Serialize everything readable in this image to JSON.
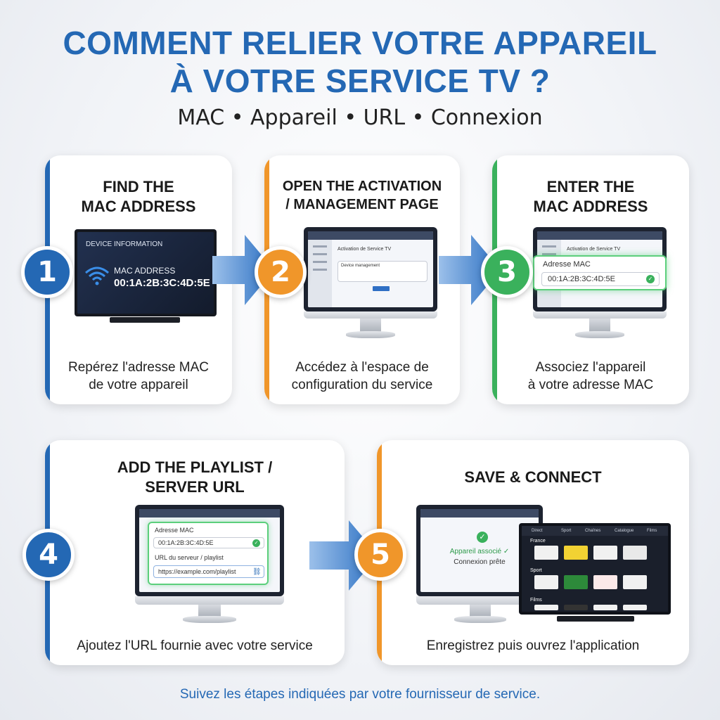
{
  "header": {
    "title_line1": "COMMENT RELIER VOTRE APPAREIL",
    "title_line2": "À VOTRE SERVICE TV ?",
    "subtitle": "MAC • Appareil • URL • Connexion"
  },
  "colors": {
    "blue": "#2468b4",
    "orange": "#f0962a",
    "green": "#3ab15c"
  },
  "steps": [
    {
      "number": "1",
      "title_line1": "FIND THE",
      "title_line2": "MAC ADDRESS",
      "desc_line1": "Repérez l'adresse MAC",
      "desc_line2": "de votre appareil",
      "screen": {
        "header": "DEVICE INFORMATION",
        "label": "MAC ADDRESS",
        "value": "00:1A:2B:3C:4D:5E",
        "icon": "wifi-icon"
      }
    },
    {
      "number": "2",
      "title_line1": "OPEN THE ACTIVATION",
      "title_line2": "/ MANAGEMENT PAGE",
      "desc_line1": "Accédez à l'espace de",
      "desc_line2": "configuration du service",
      "screen": {
        "page_title": "Activation de Service TV",
        "section": "Device management"
      }
    },
    {
      "number": "3",
      "title_line1": "ENTER THE",
      "title_line2": "MAC ADDRESS",
      "desc_line1": "Associez l'appareil",
      "desc_line2": "à votre adresse MAC",
      "screen": {
        "page_title": "Activation de Service TV",
        "field_label": "Adresse MAC",
        "field_value": "00:1A:2B:3C:4D:5E"
      }
    },
    {
      "number": "4",
      "title_line1": "ADD THE PLAYLIST /",
      "title_line2": "SERVER URL",
      "desc_line1": "Ajoutez l'URL fournie avec votre service",
      "screen": {
        "mac_label": "Adresse MAC",
        "mac_value": "00:1A:2B:3C:4D:5E",
        "url_label": "URL du serveur / playlist",
        "url_value": "https://example.com/playlist"
      }
    },
    {
      "number": "5",
      "title_line1": "SAVE & CONNECT",
      "desc_line1": "Enregistrez puis ouvrez l'application",
      "screen": {
        "status_line1": "Appareil associé ✓",
        "status_line2": "Connexion prête",
        "tv_tabs": [
          "Direct",
          "Sport",
          "Chaînes",
          "Catalogue",
          "Films"
        ],
        "tv_rows": [
          "France",
          "Sport",
          "Films"
        ]
      }
    }
  ],
  "footer": "Suivez les étapes indiquées par votre fournisseur de service."
}
